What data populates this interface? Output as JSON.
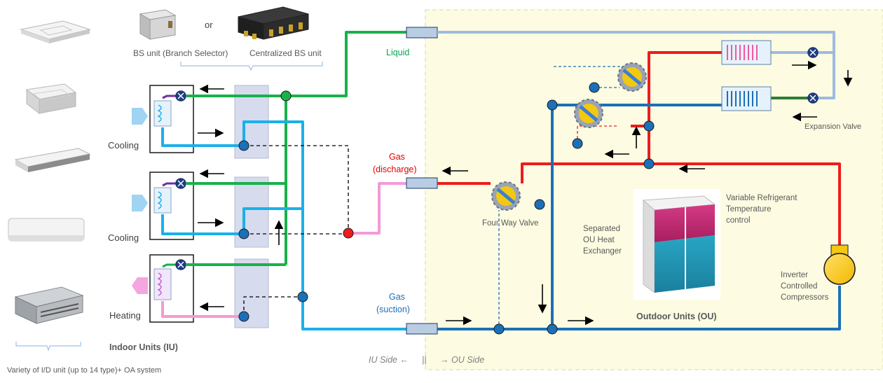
{
  "colors": {
    "liquid": "#19b14a",
    "discharge": "#ee1c1c",
    "suction": "#1b70b8",
    "indoor_gas": "#1bb0e8",
    "heating": "#f39ad8",
    "ou_pipe": "#9dbbe0",
    "ou_panel": "#fdfce0"
  },
  "top": {
    "or_label": "or",
    "bs_unit_label": "BS unit (Branch Selector)",
    "centralized_bs_label": "Centralized BS unit"
  },
  "pipes": {
    "liquid": "Liquid",
    "gas_discharge_line1": "Gas",
    "gas_discharge_line2": "(discharge)",
    "gas_suction_line1": "Gas",
    "gas_suction_line2": "(suction)"
  },
  "indoor": {
    "modes": [
      "Cooling",
      "Cooling",
      "Heating"
    ],
    "title": "Indoor Units (IU)",
    "variety_note": "Variety of I/D unit (up to 14 type)+ OA system"
  },
  "outdoor": {
    "expansion_valve": "Expansion Valve",
    "four_way_valve": "Four Way Valve",
    "vrt_line1": "Variable Refrigerant",
    "vrt_line2": "Temperature",
    "vrt_line3": "control",
    "separated_line1": "Separated",
    "separated_line2": "OU Heat",
    "separated_line3": "Exchanger",
    "inverter_line1": "Inverter",
    "inverter_line2": "Controlled",
    "inverter_line3": "Compressors",
    "title": "Outdoor Units (OU)"
  },
  "sides": {
    "iu_side": "IU Side ←",
    "divider": "||",
    "ou_side": "→ OU Side"
  }
}
